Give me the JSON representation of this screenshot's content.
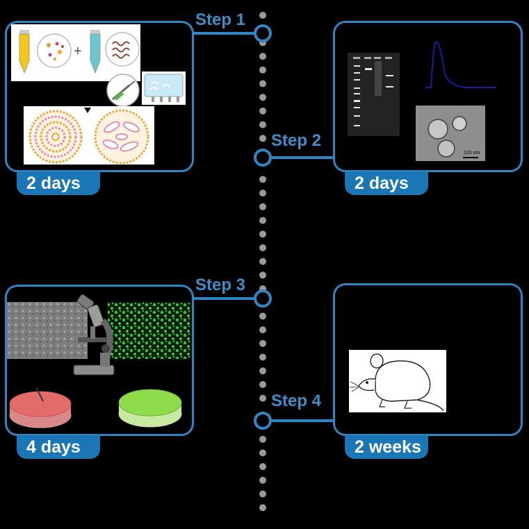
{
  "steps": [
    {
      "label": "Step 1",
      "duration": "2 days"
    },
    {
      "label": "Step 2",
      "duration": "2 days"
    },
    {
      "label": "Step 3",
      "duration": "4 days"
    },
    {
      "label": "Step 4",
      "duration": "2 weeks"
    }
  ],
  "step2": {
    "scale_bar_label": "100 nm"
  },
  "colors": {
    "accent": "#2d87c5",
    "tag": "#1a76b4",
    "dots": "#9a9a9a",
    "background": "#000000",
    "fluorescence": "#2ec93a",
    "dish_red": "#e0706e",
    "dish_green": "#8fdc4a",
    "curve": "#1a1aa0"
  },
  "icons": [
    "sample-tubes-icon",
    "syringe-icon",
    "ultrasound-bath-icon",
    "liposome-icon",
    "gel-electrophoresis-icon",
    "size-distribution-curve-icon",
    "tem-image-icon",
    "microscope-icon",
    "petri-dish-icon",
    "rat-icon"
  ]
}
